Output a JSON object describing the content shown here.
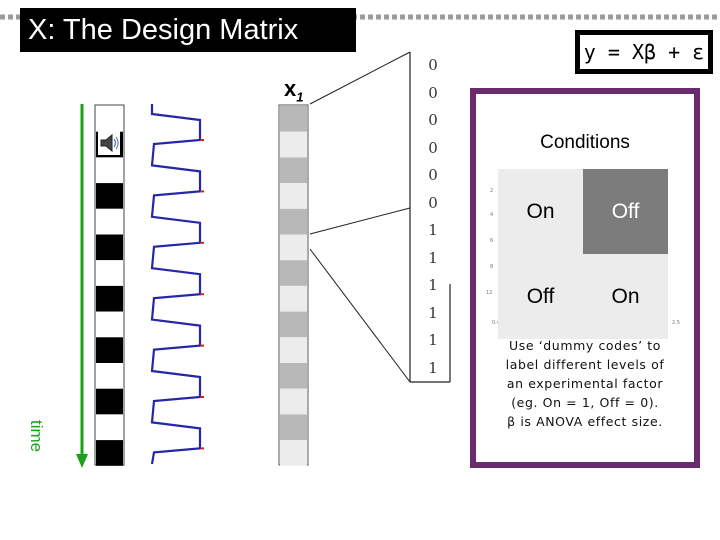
{
  "title": "X: The Design Matrix",
  "equation": "y = Xβ + ε",
  "regressor": {
    "base": "x",
    "sub": "1"
  },
  "stimulus_marker": "--",
  "time_label": "time",
  "design_values": [
    "0",
    "0",
    "0",
    "0",
    "0",
    "0",
    "1",
    "1",
    "1",
    "1",
    "1",
    "1"
  ],
  "panel": {
    "title": "Conditions",
    "cells": [
      {
        "label": "On",
        "shade": "light"
      },
      {
        "label": "Off",
        "shade": "dark"
      },
      {
        "label": "Off",
        "shade": "light"
      },
      {
        "label": "On",
        "shade": "light"
      }
    ],
    "note_lines": [
      "Use ‘dummy codes’ to",
      "label different levels of",
      "an experimental factor",
      "(eg. On = 1, Off = 0).",
      "β is ANOVA effect size."
    ]
  },
  "colors": {
    "panel_border": "#6a2a6e",
    "time_arrow": "#1aa01a",
    "bold_signal": "#2626a8",
    "signal_accent": "#cc2222"
  }
}
